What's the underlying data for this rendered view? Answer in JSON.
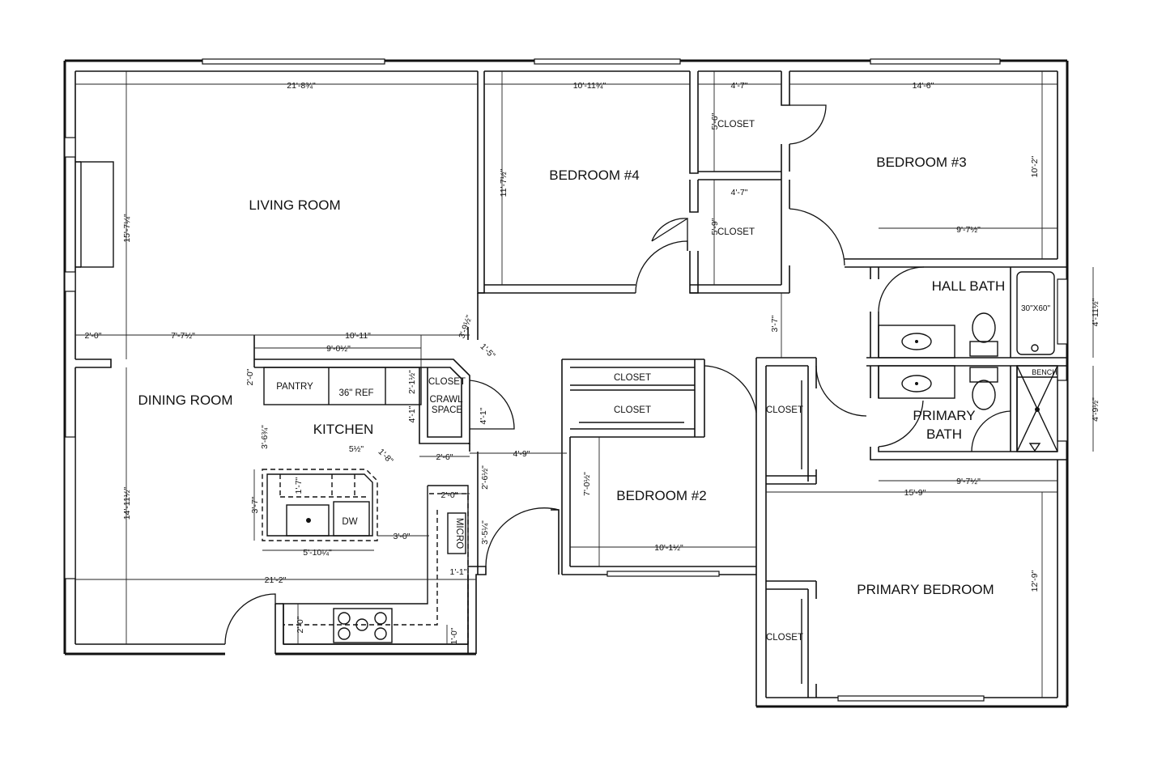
{
  "rooms": {
    "living_room": "LIVING ROOM",
    "dining_room": "DINING ROOM",
    "kitchen": "KITCHEN",
    "bedroom_4": "BEDROOM #4",
    "bedroom_3": "BEDROOM #3",
    "bedroom_2": "BEDROOM #2",
    "hall_bath": "HALL BATH",
    "primary_bath_1": "PRIMARY",
    "primary_bath_2": "BATH",
    "primary_bedroom": "PRIMARY BEDROOM"
  },
  "labels": {
    "closet_b4_top": "CLOSET",
    "closet_b4_bottom": "CLOSET",
    "closet_kitchen": "CLOSET",
    "crawl_1": "CRAWL",
    "crawl_2": "SPACE",
    "closet_b2_top": "CLOSET",
    "closet_b2_bottom": "CLOSET",
    "closet_primary_top": "CLOSET",
    "closet_primary_bottom": "CLOSET",
    "pantry": "PANTRY",
    "refrigerator": "36\" REF",
    "dishwasher": "DW",
    "microwave": "MICRO",
    "tub": "30\"X60\"",
    "bench": "BENCH"
  },
  "dimensions": {
    "living_width": "21'-8¾\"",
    "bedroom4_width": "10'-11¾\"",
    "closet_width_top": "4'-7\"",
    "closet_width_bottom": "4'-7\"",
    "bedroom3_width": "14'-6\"",
    "living_depth": "15'-7¼\"",
    "bedroom4_depth": "11'-7½\"",
    "closet_depth_top": "5'-6\"",
    "closet_depth_bottom": "5'-9\"",
    "bedroom3_depth": "10'-2\"",
    "bedroom3_lower_width": "9'-7½\"",
    "hall_width": "3'-7\"",
    "hall_bath_depth": "4'-11½\"",
    "diag_wall": "3'-9½\"",
    "diag_closet": "1'-5\"",
    "wall_seg_a": "2'-0\"",
    "wall_seg_b": "7'-7½\"",
    "kitchen_run": "10'-11\"",
    "kitchen_inner": "9'-0½\"",
    "counter_depth": "2'-0\"",
    "closet_depth": "2'-1½\"",
    "crawl_depth": "4'-1\"",
    "closet_side": "4'-1\"",
    "kitchen_depth": "3'-6¾\"",
    "crawl_width": "2'-6\"",
    "hall_to_b2": "4'-9\"",
    "island_gap": "5½\"",
    "island_corner": "1'-8\"",
    "island_inner": "1'-7\"",
    "island_depth": "3'-7\"",
    "aisle_depth": "2'-6½\"",
    "micro_gap": "2'-0\"",
    "island_to_micro": "3'-0\"",
    "micro_depth": "3'-5¼\"",
    "island_width": "5'-10¼\"",
    "micro_side": "1'-1\"",
    "dining_depth": "14'-11½\"",
    "dining_width": "21'-2\"",
    "range_depth": "2'-0\"",
    "range_side": "1'-0\"",
    "bedroom2_depth": "7'-0½\"",
    "bedroom2_width": "10'-1½\"",
    "primary_bath_depth": "4'-9½\"",
    "primary_bath_width": "9'-7½\"",
    "primary_width": "15'-9\"",
    "primary_depth": "12'-9\""
  }
}
